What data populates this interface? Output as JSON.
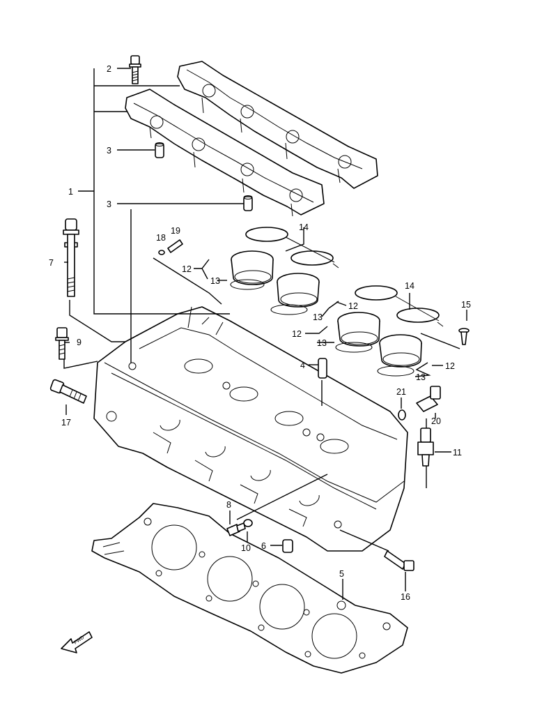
{
  "callouts": [
    "1",
    "2",
    "3",
    "3",
    "4",
    "5",
    "6",
    "7",
    "8",
    "9",
    "10",
    "11",
    "12",
    "12",
    "12",
    "12",
    "13",
    "13",
    "13",
    "13",
    "14",
    "14",
    "15",
    "16",
    "17",
    "18",
    "19",
    "20",
    "21"
  ],
  "direction_marker": "FWD"
}
